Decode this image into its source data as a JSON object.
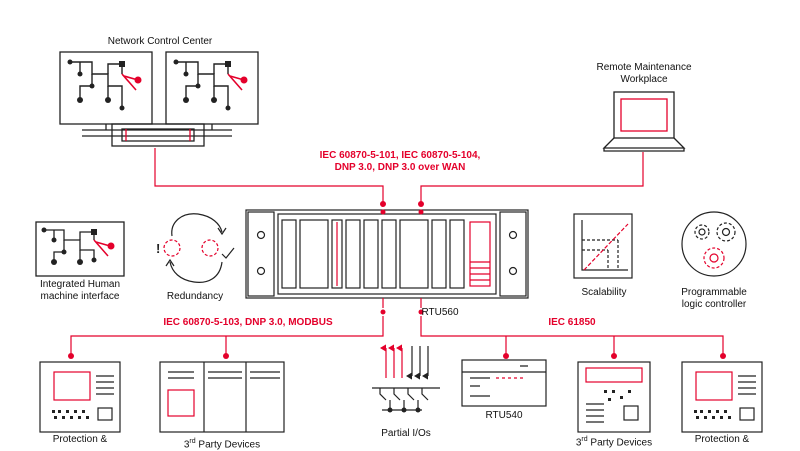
{
  "colors": {
    "accent": "#e4002b",
    "line": "#222222"
  },
  "labels": {
    "network_control_center": "Network Control Center",
    "remote_maintenance_line1": "Remote Maintenance",
    "remote_maintenance_line2": "Workplace",
    "protocols_wan_line1": "IEC  60870-5-101, IEC 60870-5-104,",
    "protocols_wan_line2": "DNP 3.0, DNP 3.0 over WAN",
    "hmi_line1": "Integrated Human",
    "hmi_line2": "machine interface",
    "redundancy": "Redundancy",
    "rtu560": "RTU560",
    "scalability": "Scalability",
    "plc_line1": "Programmable",
    "plc_line2": "logic controller",
    "protocols_field_left": "IEC  60870-5-103, DNP 3.0, MODBUS",
    "protocols_field_right": "IEC 61850",
    "protection_left": "Protection &",
    "third_party_left_main": "3",
    "third_party_left_sup": "rd",
    "third_party_left_rest": " Party Devices",
    "partial_ios": "Partial I/Os",
    "rtu540": "RTU540",
    "third_party_right_main": "3",
    "third_party_right_sup": "rd",
    "third_party_right_rest": " Party Devices",
    "protection_right": "Protection &"
  }
}
